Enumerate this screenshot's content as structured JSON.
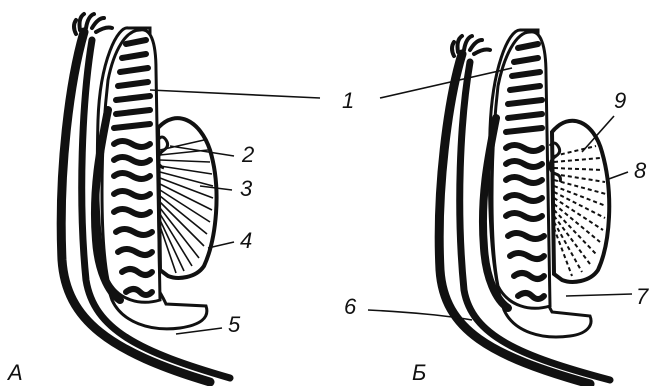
{
  "panels": [
    {
      "letter": "А"
    },
    {
      "letter": "Б"
    }
  ],
  "labels": [
    "1",
    "2",
    "3",
    "4",
    "5",
    "6",
    "7",
    "8",
    "9"
  ],
  "watermark": "",
  "colors": {
    "ink": "#111111",
    "paper": "#ffffff"
  }
}
